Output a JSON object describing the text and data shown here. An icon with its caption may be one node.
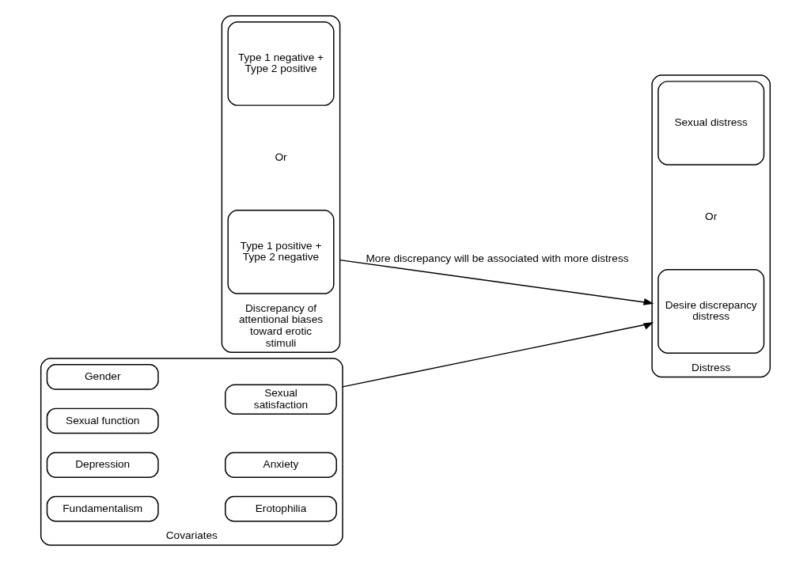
{
  "diagram": {
    "nodes": [
      {
        "text": [
          "Discrepancy of attentional biases toward erotic stimuli"
        ]
      },
      {
        "text": [
          "Type 1 positive + Type 2 negative"
        ],
        "in": 0
      },
      {
        "text": [
          "Type 1 negative + Type 2 positive"
        ],
        "in": 0
      },
      {
        "text": [
          "Distress"
        ]
      },
      {
        "text": [
          "Desire discrepancy distress"
        ],
        "in": 3
      },
      {
        "text": [
          "Sexual distress"
        ],
        "in": 3
      },
      {
        "text": [
          "Covariates"
        ]
      },
      {
        "text": [
          "Gender"
        ],
        "in": 6
      },
      {
        "text": [
          "Sexual function"
        ],
        "in": 6
      },
      {
        "text": [
          "Sexual satisfaction"
        ],
        "in": 6
      },
      {
        "text": [
          "Depression"
        ],
        "in": 6
      },
      {
        "text": [
          "Anxiety"
        ],
        "in": 6
      },
      {
        "text": [
          "Fundamentalism"
        ],
        "in": 6
      },
      {
        "text": [
          "Erotophilia"
        ],
        "in": 6
      }
    ],
    "edges": [
      {
        "from": 0,
        "to": 3,
        "arrow": "to",
        "label": "More discrepancy will be associated with more distress"
      },
      {
        "from": 6,
        "to": 3,
        "arrow": "to"
      }
    ],
    "labels": [
      "Or",
      "Or"
    ]
  }
}
